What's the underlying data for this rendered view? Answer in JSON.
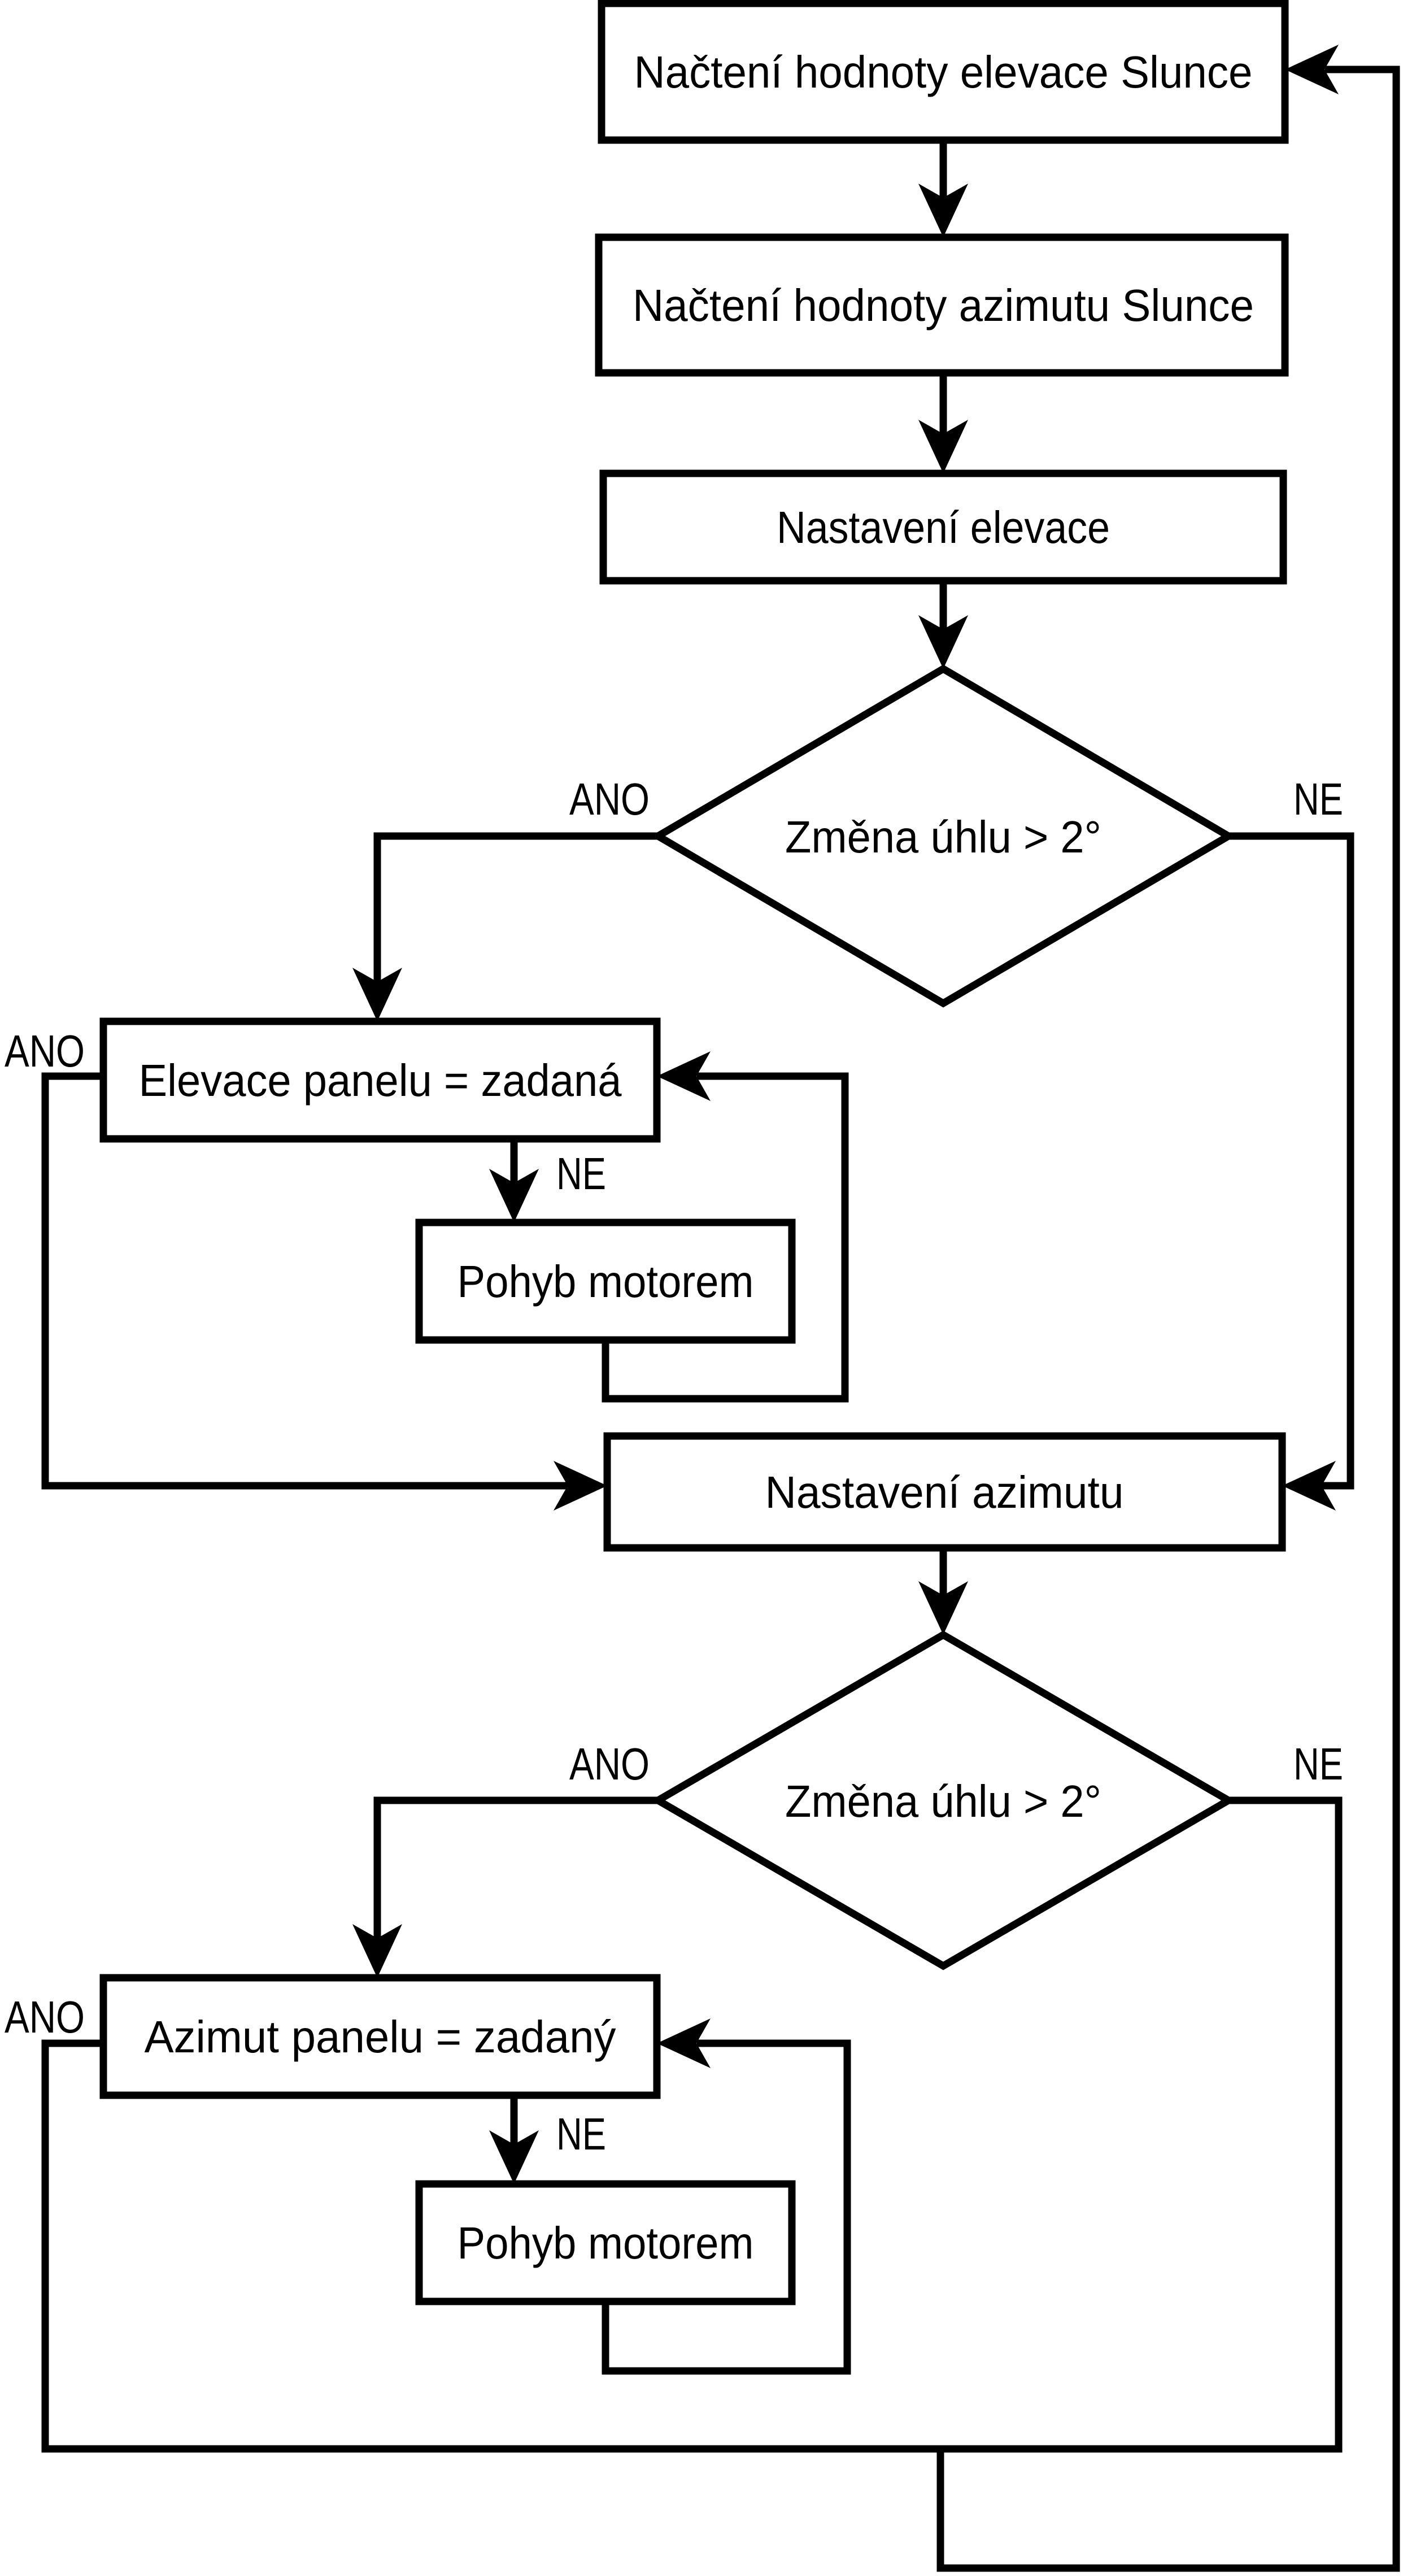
{
  "diagram_type": "flowchart",
  "language": "cs",
  "colors": {
    "ink": "#000000",
    "background": "#ffffff"
  },
  "nodes": {
    "load_elevation": {
      "type": "process",
      "label": "Načtení hodnoty elevace Slunce"
    },
    "load_azimuth": {
      "type": "process",
      "label": "Načtení hodnoty azimutu Slunce"
    },
    "set_elevation": {
      "type": "process",
      "label": "Nastavení elevace"
    },
    "elevation_decision": {
      "type": "decision",
      "label": "Změna úhlu > 2°"
    },
    "elevation_panel": {
      "type": "process",
      "label": "Elevace panelu = zadaná"
    },
    "elevation_motor": {
      "type": "process",
      "label": "Pohyb motorem"
    },
    "set_azimuth": {
      "type": "process",
      "label": "Nastavení azimutu"
    },
    "azimuth_decision": {
      "type": "decision",
      "label": "Změna úhlu > 2°"
    },
    "azimuth_panel": {
      "type": "process",
      "label": "Azimut panelu = zadaný"
    },
    "azimuth_motor": {
      "type": "process",
      "label": "Pohyb motorem"
    }
  },
  "labels": {
    "elevation_decision_yes": "ANO",
    "elevation_decision_no": "NE",
    "elevation_panel_yes": "ANO",
    "elevation_panel_no": "NE",
    "azimuth_decision_yes": "ANO",
    "azimuth_decision_no": "NE",
    "azimuth_panel_yes": "ANO",
    "azimuth_panel_no": "NE"
  }
}
